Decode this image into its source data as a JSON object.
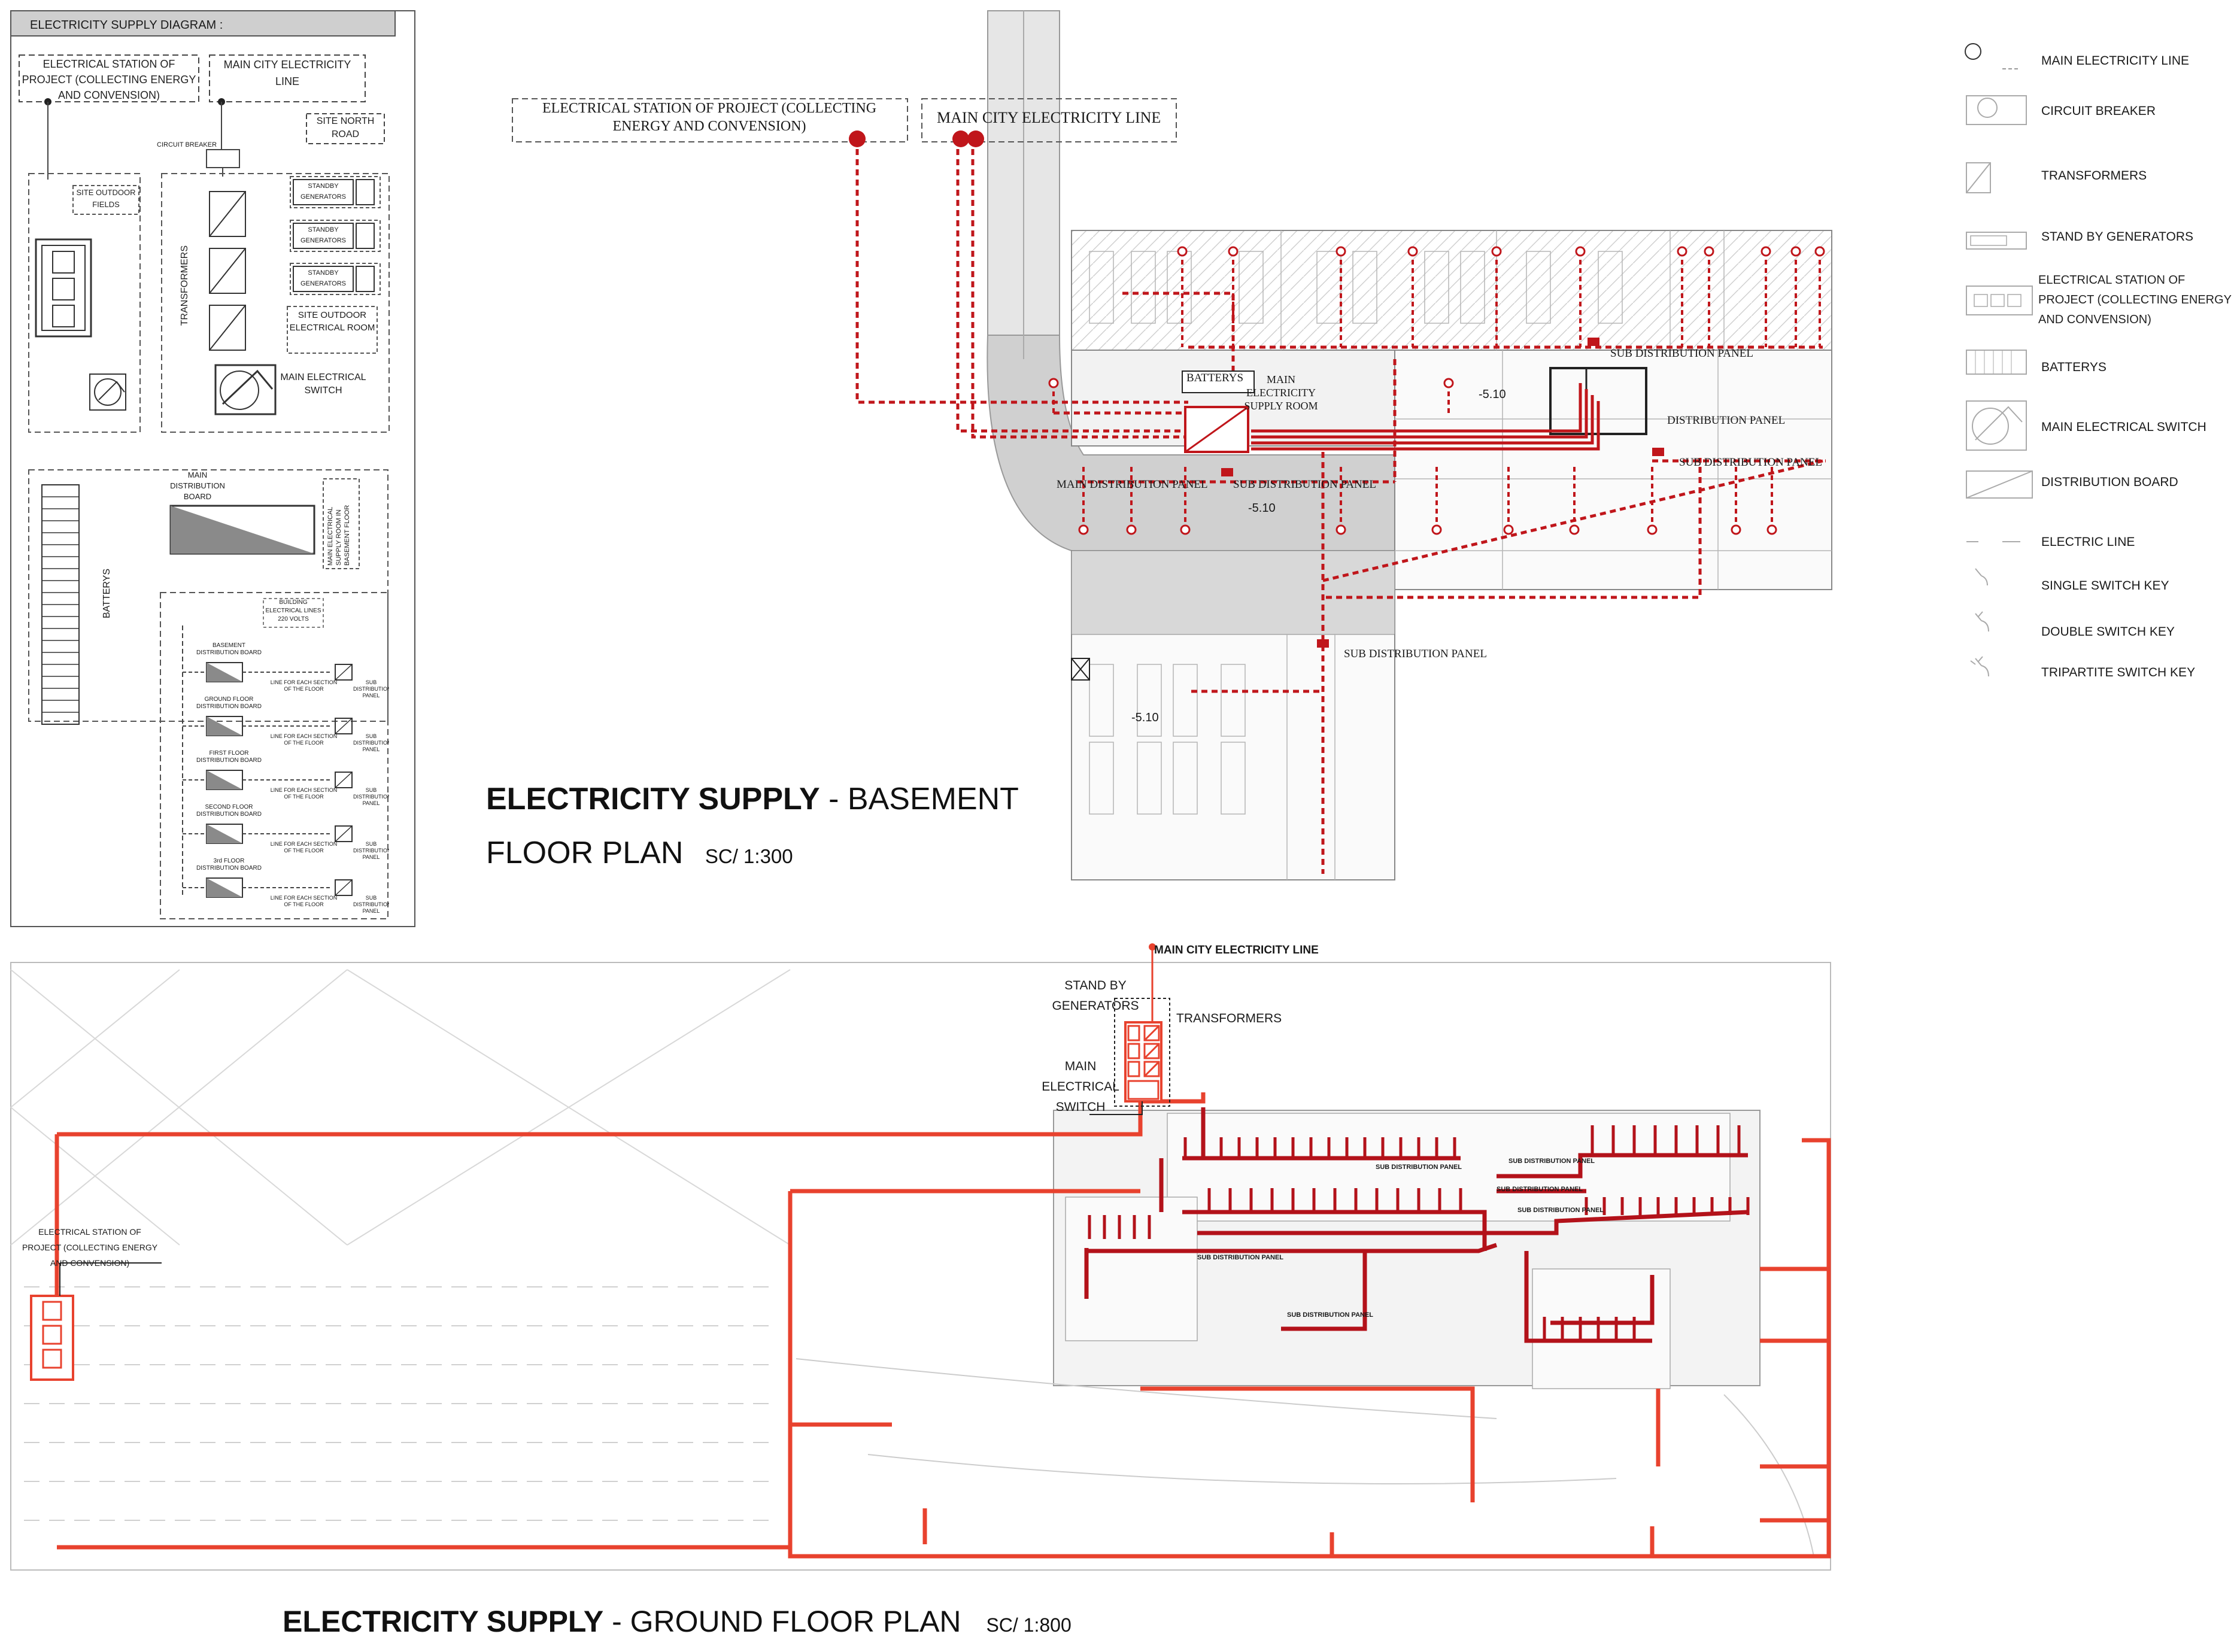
{
  "colors": {
    "accent_red": "#c0161b",
    "bright_red": "#e8422e",
    "line_gray": "#8a8a8a",
    "fill_gray": "#d4d4d4"
  },
  "supply_diagram": {
    "title": "ELECTRICITY      SUPPLY DIAGRAM      :",
    "station_label": "ELECTRICAL STATION OF PROJECT (COLLECTING ENERGY AND CONVENSION)",
    "city_line_label": "MAIN CITY ELECTRICITY LINE",
    "north_road": "SITE NORTH ROAD",
    "circuit_breaker": "CIRCUIT BREAKER",
    "outdoor_fields": "SITE OUTDOOR FIELDS",
    "transformers": "TRANSFORMERS",
    "standby_1": "STANDBY GENERATORS",
    "standby_2": "STANDBY GENERATORS",
    "standby_3": "STANDBY GENERATORS",
    "outdoor_room": "SITE OUTDOOR ELECTRICAL ROOM",
    "main_switch": "MAIN ELECTRICAL SWITCH",
    "main_board": "MAIN DISTRIBUTION BOARD",
    "batterys": "BATTERYS",
    "supply_room": "MAIN ELECTRICAL SUPPLY ROOM IN BASEMENT FLOOR",
    "building_lines": "BUILDING ELECTRICAL LINES 220 VOLTS",
    "line_for_each": "LINE FOR EACH SECTION OF THE FLOOR",
    "sub_panel": "SUB DISTRIBUTION PANEL",
    "floor_boards": [
      "BASEMENT DISTRIBUTION BOARD",
      "GROUND FLOOR DISTRIBUTION BOARD",
      "FIRST FLOOR DISTRIBUTION BOARD",
      "SECOND FLOOR DISTRIBUTION BOARD",
      "3rd FLOOR DISTRIBUTION BOARD"
    ]
  },
  "basement_plan": {
    "title_bold": "ELECTRICITY SUPPLY",
    "title_rest": " - BASEMENT",
    "title_line2": "FLOOR PLAN",
    "scale": "SC/ 1:300",
    "station_label": "ELECTRICAL STATION OF PROJECT (COLLECTING ENERGY AND CONVENSION)",
    "city_line_label": "MAIN CITY ELECTRICITY LINE",
    "batterys": "BATTERYS",
    "supply_room": "MAIN ELECTRICITY SUPPLY ROOM",
    "main_dist_panel": "MAIN DISTRIBUTION PANEL",
    "sub_panel_1": "SUB DISTRIBUTION PANEL",
    "sub_panel_2": "SUB DISTRIBUTION PANEL",
    "sub_panel_3": "SUB DISTRIBUTION PANEL",
    "sub_panel_4": "SUB DISTRIBUTION PANEL",
    "dist_panel": "DISTRIBUTION PANEL",
    "level_1": "-5.10",
    "level_2": "-5.10",
    "level_3": "-5.10"
  },
  "ground_plan": {
    "title_bold": "ELECTRICITY SUPPLY",
    "title_rest": " - GROUND  FLOOR PLAN",
    "scale": "SC/ 1:800",
    "city_line": "MAIN CITY ELECTRICITY LINE",
    "standby": "STAND BY GENERATORS",
    "transformers": "TRANSFORMERS",
    "main_switch": "MAIN ELECTRICAL SWITCH",
    "station_label": "ELECTRICAL STATION OF PROJECT (COLLECTING ENERGY AND CONVENSION)",
    "sub_panels": [
      "SUB DISTRIBUTION PANEL",
      "SUB DISTRIBUTION PANEL",
      "SUB DISTRIBUTION PANEL",
      "SUB DISTRIBUTION PANEL",
      "SUB DISTRIBUTION PANEL",
      "SUB DISTRIBUTION PANEL"
    ]
  },
  "legend": [
    {
      "label": "MAIN ELECTRICITY LINE",
      "icon": "main-line-icon"
    },
    {
      "label": "CIRCUIT BREAKER",
      "icon": "circuit-breaker-icon"
    },
    {
      "label": "TRANSFORMERS",
      "icon": "transformer-icon"
    },
    {
      "label": "STAND BY GENERATORS",
      "icon": "generator-icon"
    },
    {
      "label": "ELECTRICAL STATION OF PROJECT (COLLECTING ENERGY AND CONVENSION)",
      "icon": "station-icon"
    },
    {
      "label": "BATTERYS",
      "icon": "battery-icon"
    },
    {
      "label": "MAIN ELECTRICAL SWITCH",
      "icon": "main-switch-icon"
    },
    {
      "label": "DISTRIBUTION BOARD",
      "icon": "distribution-board-icon"
    },
    {
      "label": "ELECTRIC LINE",
      "icon": "electric-line-icon"
    },
    {
      "label": "SINGLE SWITCH KEY",
      "icon": "single-switch-icon"
    },
    {
      "label": "DOUBLE SWITCH KEY",
      "icon": "double-switch-icon"
    },
    {
      "label": "TRIPARTITE SWITCH KEY",
      "icon": "tripartite-switch-icon"
    }
  ]
}
